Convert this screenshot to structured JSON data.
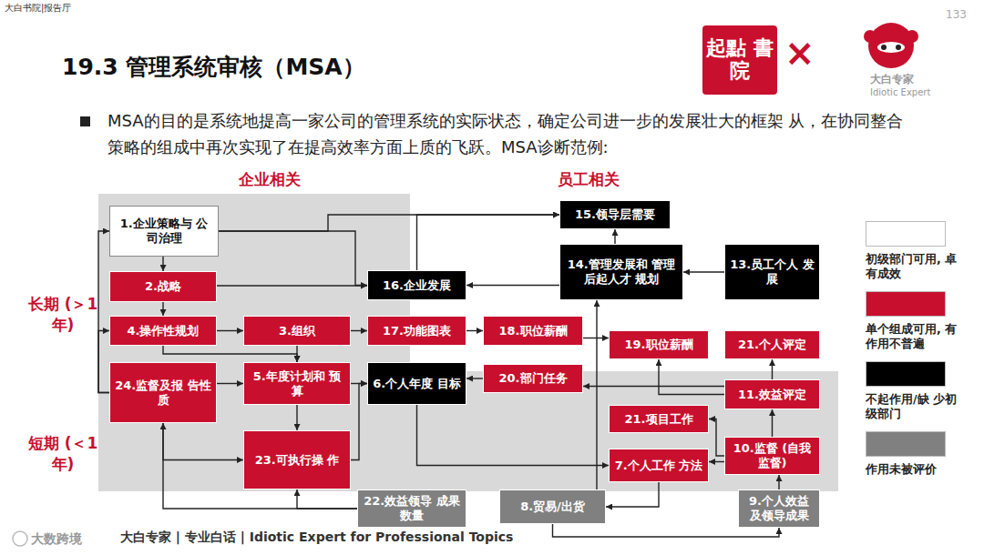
{
  "diagram": {
    "title": "19.3 管理系统审核（MSA）",
    "nodes": [
      {
        "text": [
          "1.企业策略与 公司治理"
        ]
      },
      {
        "text": [
          "2.战略"
        ]
      },
      {
        "text": [
          "4.操作性规划"
        ]
      },
      {
        "text": [
          "3.组织"
        ]
      },
      {
        "text": [
          "16.企业发展"
        ]
      },
      {
        "text": [
          "17.功能图表"
        ]
      },
      {
        "text": [
          "18.职位薪酬"
        ]
      },
      {
        "text": [
          "15.领导层需要"
        ]
      },
      {
        "text": [
          "14.管理发展和 管理后起人才 规划"
        ]
      },
      {
        "text": [
          "13.员工个人 发展"
        ]
      },
      {
        "text": [
          "19.职位薪酬"
        ]
      },
      {
        "text": [
          "21.个人评定"
        ]
      },
      {
        "text": [
          "24.监督及报 告性质"
        ]
      },
      {
        "text": [
          "5.年度计划和 预算"
        ]
      },
      {
        "text": [
          "6.个人年度 目标"
        ]
      },
      {
        "text": [
          "20.部门任务"
        ]
      },
      {
        "text": [
          "11.效益评定"
        ]
      },
      {
        "text": [
          "21.项目工作"
        ]
      },
      {
        "text": [
          "10.监督 (自我监督)"
        ]
      },
      {
        "text": [
          "23.可执行操 作"
        ]
      },
      {
        "text": [
          "7.个人工作 方法"
        ]
      },
      {
        "text": [
          "22.效益领导 成果数量"
        ]
      },
      {
        "text": [
          "8.贸易/出货"
        ]
      },
      {
        "text": [
          "9.个人效益 及领导成果"
        ]
      }
    ],
    "edges": [
      {
        "from": 0,
        "to": 1,
        "arrow": "to"
      },
      {
        "from": 0,
        "to": 7,
        "arrow": "to"
      },
      {
        "from": 0,
        "to": 4,
        "arrow": "to"
      },
      {
        "from": 1,
        "to": 4,
        "arrow": "to"
      },
      {
        "from": 1,
        "to": 2,
        "arrow": "to"
      },
      {
        "from": 12,
        "to": 0,
        "arrow": "to"
      },
      {
        "from": 12,
        "to": 2,
        "arrow": "to"
      },
      {
        "from": 2,
        "to": 3,
        "arrow": "to"
      },
      {
        "from": 2,
        "to": 13,
        "arrow": "to"
      },
      {
        "from": 3,
        "to": 5,
        "arrow": "to"
      },
      {
        "from": 3,
        "to": 13,
        "arrow": "to"
      },
      {
        "from": 5,
        "to": 6,
        "arrow": "to"
      },
      {
        "from": 6,
        "to": 10,
        "arrow": "to"
      },
      {
        "from": 4,
        "to": 7,
        "arrow": "to"
      },
      {
        "from": 8,
        "to": 4,
        "arrow": "to"
      },
      {
        "from": 9,
        "to": 8,
        "arrow": "to"
      },
      {
        "from": 8,
        "to": 7,
        "arrow": "to"
      },
      {
        "from": 13,
        "to": 14,
        "arrow": "to"
      },
      {
        "from": 13,
        "to": 19,
        "arrow": "to"
      },
      {
        "from": 19,
        "to": 14,
        "arrow": "to"
      },
      {
        "from": 12,
        "to": 13,
        "arrow": "to"
      },
      {
        "from": 12,
        "to": 19,
        "arrow": "to"
      },
      {
        "from": 15,
        "to": 14,
        "arrow": "to"
      },
      {
        "from": 16,
        "to": 15,
        "arrow": "to"
      },
      {
        "from": 16,
        "to": 11,
        "arrow": "to"
      },
      {
        "from": 16,
        "to": 10,
        "arrow": "to"
      },
      {
        "from": 18,
        "to": 17,
        "arrow": "to"
      },
      {
        "from": 18,
        "to": 16,
        "arrow": "to"
      },
      {
        "from": 18,
        "to": 20,
        "arrow": "to"
      },
      {
        "from": 14,
        "to": 20,
        "arrow": "to"
      },
      {
        "from": 20,
        "to": 22,
        "arrow": "to"
      },
      {
        "from": 23,
        "to": 18,
        "arrow": "to"
      },
      {
        "from": 22,
        "to": 23,
        "arrow": "to"
      },
      {
        "from": 21,
        "to": 12,
        "arrow": "to"
      },
      {
        "from": 21,
        "to": 19,
        "arrow": "to"
      },
      {
        "from": 22,
        "to": 8,
        "arrow": "to"
      }
    ],
    "labels": [
      "大白书院|报告厅",
      "133",
      "起點 書院",
      "×",
      "大白专家",
      "Idiotic Expert",
      "MSA的目的是系统地提高一家公司的管理系统的实际状态，确定公司进一步的发展壮大的框架 从，在协同整合策略的组成中再次实现了在提高效率方面上质的飞跃。MSA诊断范例:",
      "企业相关",
      "员工相关",
      "长期 (＞1年)",
      "短期 (＜1年)",
      "大白专家 | 专业白话 | Idiotic Expert for Professional Topics",
      "大数跨境"
    ],
    "legend": [
      {
        "text": "初级部门可用, 卓有成效",
        "color": "#ffffff"
      },
      {
        "text": "单个组成可用, 有作用不普遍",
        "color": "#c8102e"
      },
      {
        "text": "不起作用/缺 少初级部门",
        "color": "#000000"
      },
      {
        "text": "作用未被评价",
        "color": "#808080"
      }
    ]
  }
}
